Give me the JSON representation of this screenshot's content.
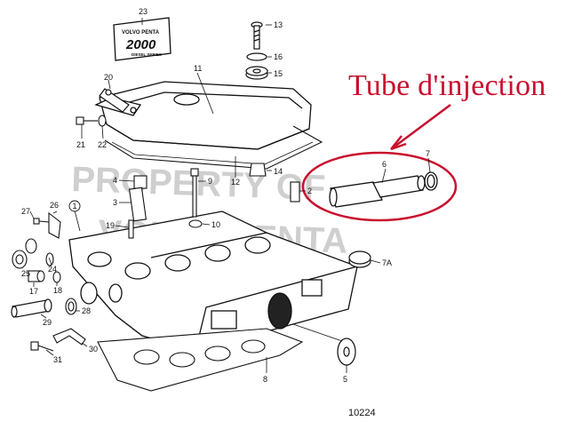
{
  "callout": {
    "title": "Tube d'injection",
    "color": "#c8102e"
  },
  "figure_number": "10224",
  "logo": {
    "line1": "VOLVO PENTA",
    "line2": "2000",
    "line3": "DIESEL SERIES"
  },
  "watermark": {
    "line1": "PROPERTY OF",
    "line2": "VOLVO PENTA"
  },
  "part_labels": {
    "p1": "1",
    "p2": "2",
    "p3": "3",
    "p4": "4",
    "p5": "5",
    "p6": "6",
    "p7": "7",
    "p7a": "7A",
    "p8": "8",
    "p9": "9",
    "p10": "10",
    "p11": "11",
    "p12": "12",
    "p13": "13",
    "p14": "14",
    "p15": "15",
    "p16": "16",
    "p17": "17",
    "p18": "18",
    "p19": "19",
    "p20": "20",
    "p21": "21",
    "p22": "22",
    "p23": "23",
    "p24": "24",
    "p25": "25",
    "p26": "26",
    "p27": "27",
    "p28": "28",
    "p29": "29",
    "p30": "30",
    "p31": "31"
  }
}
